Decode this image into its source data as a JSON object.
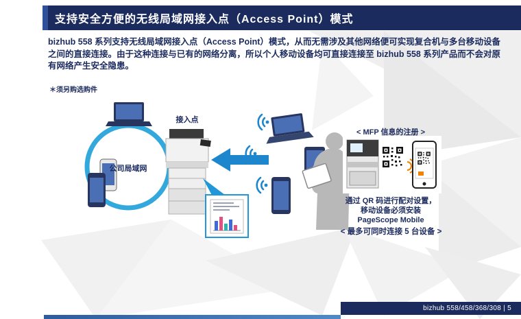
{
  "page": {
    "title": "支持安全方便的无线局域网接入点（Access Point）模式",
    "body": "bizhub 558 系列支持无线局域网接入点（Access Point）模式，从而无需涉及其他网络便可实现复合机与多台移动设备之间的直接连接。由于这种连接与已有的网络分离，所以个人移动设备均可直接连接至 bizhub 558 系列产品而不会对原有网络产生安全隐患。",
    "note": "＊须另购选购件"
  },
  "diagram": {
    "access_point_label": "接入点",
    "company_lan_label": "公司局域网",
    "mfp_registration_title": "< MFP 信息的注册 >",
    "qr_line1": "通过 QR 码进行配对设置，",
    "qr_line2": "移动设备必须安装",
    "qr_line3": "PageScope Mobile",
    "max_devices_label": "< 最多可同时连接 5 台设备 >"
  },
  "footer": {
    "page_label": "bizhub 558/458/368/308 | 5"
  },
  "colors": {
    "header_navy": "#1c2b5e",
    "text_navy": "#1c2b5e",
    "accent_blue": "#1d86cc",
    "ring_blue": "#33a8dc",
    "device_navy": "#27355f",
    "screen_blue": "#4a6fb5",
    "person_gray": "#b8b8b8",
    "orange": "#f08300",
    "bottom_strip_blue": "#3c6cae"
  }
}
